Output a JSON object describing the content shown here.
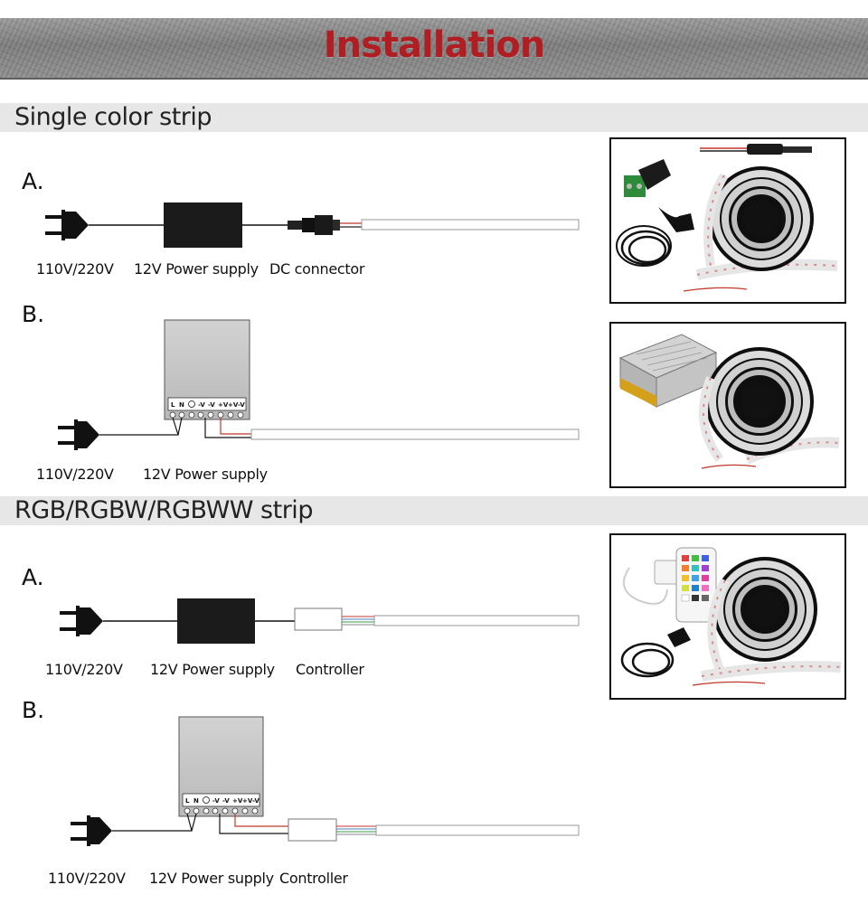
{
  "banner": {
    "title": "Installation"
  },
  "sections": [
    {
      "title": "Single color strip",
      "diagrams": [
        {
          "letter": "A.",
          "labels": [
            "110V/220V",
            "12V Power supply",
            "DC connector"
          ]
        },
        {
          "letter": "B.",
          "labels": [
            "110V/220V",
            "12V Power supply"
          ],
          "terminals": "L N ⏚ -V -V +V +V -V"
        }
      ]
    },
    {
      "title": "RGB/RGBW/RGBWW strip",
      "diagrams": [
        {
          "letter": "A.",
          "labels": [
            "110V/220V",
            "12V Power supply",
            "Controller"
          ]
        },
        {
          "letter": "B.",
          "labels": [
            "110V/220V",
            "12V Power supply",
            "Controller"
          ],
          "terminals": "L N ⏚ -V -V +V +V -V"
        }
      ]
    }
  ],
  "terminal_marks": [
    "L",
    "N",
    "-V",
    "-V",
    "+V",
    "+V",
    "-V"
  ],
  "colors": {
    "title_red": "#b01e23",
    "section_bar": "#e7e7e7",
    "wire_red": "#c0392b"
  }
}
